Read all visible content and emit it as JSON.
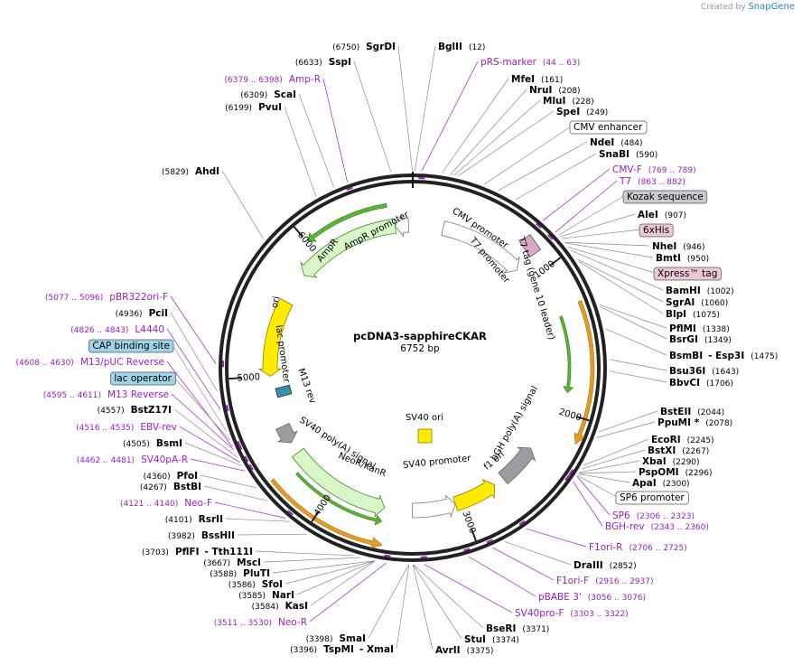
{
  "credit": {
    "prefix": "Created by",
    "brand": "SnapGene"
  },
  "plasmid": {
    "name": "pcDNA3-sapphireCKAR",
    "size": "6752 bp",
    "length": 6752
  },
  "ticks": [
    "1000",
    "2000",
    "3000",
    "4000",
    "5000",
    "6000"
  ],
  "colors": {
    "enzyme": "#000000",
    "primer": "#9b1fc4",
    "green": "#5bb537",
    "orange": "#e39b2a",
    "yellow": "#ffea00",
    "gray": "#9a9ea3"
  },
  "labels": [
    {
      "pos": "(6750)",
      "name": "SgrDI"
    },
    {
      "pos": "(12)",
      "name": "BglII",
      "rev": true
    },
    {
      "pos": "(6633)",
      "name": "SspI"
    },
    {
      "name": "pRS-marker",
      "range": "(44 .. 63)",
      "kind": "primer"
    },
    {
      "name": "MfeI",
      "pos": "(161)"
    },
    {
      "name": "NruI",
      "pos": "(208)"
    },
    {
      "name": "MluI",
      "pos": "(228)"
    },
    {
      "name": "SpeI",
      "pos": "(249)"
    },
    {
      "range": "(6379 .. 6398)",
      "name": "Amp-R",
      "kind": "primer"
    },
    {
      "name": "CMV enhancer",
      "kind": "boxed"
    },
    {
      "pos": "(6309)",
      "name": "ScaI"
    },
    {
      "pos": "(6199)",
      "name": "PvuI"
    },
    {
      "name": "NdeI",
      "pos": "(484)"
    },
    {
      "name": "SnaBI",
      "pos": "(590)"
    },
    {
      "pos": "(5829)",
      "name": "AhdI"
    },
    {
      "name": "CMV-F",
      "range": "(769 .. 789)",
      "kind": "primer"
    },
    {
      "name": "T7",
      "range": "(863 .. 882)",
      "kind": "primer"
    },
    {
      "name": "Kozak sequence",
      "kind": "grayfill"
    },
    {
      "name": "AleI",
      "pos": "(907)"
    },
    {
      "name": "6xHis",
      "kind": "pinkfill"
    },
    {
      "name": "NheI",
      "pos": "(946)"
    },
    {
      "name": "BmtI",
      "pos": "(950)"
    },
    {
      "name": "Xpress™ tag",
      "kind": "pinkfill"
    },
    {
      "name": "BamHI",
      "pos": "(1002)"
    },
    {
      "name": "SgrAI",
      "pos": "(1060)"
    },
    {
      "name": "BlpI",
      "pos": "(1075)"
    },
    {
      "name": "PflMI",
      "pos": "(1338)"
    },
    {
      "name": "BsrGI",
      "pos": "(1349)"
    },
    {
      "name": "BsmBI",
      "extra": "- Esp3I",
      "pos": "(1475)"
    },
    {
      "name": "Bsu36I",
      "pos": "(1643)"
    },
    {
      "name": "BbvCI",
      "pos": "(1706)"
    },
    {
      "range": "(5077 .. 5096)",
      "name": "pBR322ori-F",
      "kind": "primer"
    },
    {
      "pos": "(4936)",
      "name": "PciI"
    },
    {
      "range": "(4826 .. 4843)",
      "name": "L4440",
      "kind": "primer"
    },
    {
      "name": "CAP binding site",
      "kind": "bluefill"
    },
    {
      "range": "(4608 .. 4630)",
      "name": "M13/pUC Reverse",
      "kind": "primer"
    },
    {
      "name": "lac operator",
      "kind": "bluefill"
    },
    {
      "range": "(4595 .. 4611)",
      "name": "M13 Reverse",
      "kind": "primer"
    },
    {
      "pos": "(4557)",
      "name": "BstZ17I"
    },
    {
      "range": "(4516 .. 4535)",
      "name": "EBV-rev",
      "kind": "primer"
    },
    {
      "pos": "(4505)",
      "name": "BsmI"
    },
    {
      "range": "(4462 .. 4481)",
      "name": "SV40pA-R",
      "kind": "primer"
    },
    {
      "pos": "(4360)",
      "name": "PfoI"
    },
    {
      "pos": "(4267)",
      "name": "BstBI"
    },
    {
      "range": "(4121 .. 4140)",
      "name": "Neo-F",
      "kind": "primer"
    },
    {
      "pos": "(4101)",
      "name": "RsrII"
    },
    {
      "pos": "(3982)",
      "name": "BssHII"
    },
    {
      "pos": "(3703)",
      "name": "PflFI",
      "extra": "- Tth111I"
    },
    {
      "pos": "(3667)",
      "name": "MscI"
    },
    {
      "pos": "(3588)",
      "name": "PluTI"
    },
    {
      "pos": "(3586)",
      "name": "SfoI"
    },
    {
      "pos": "(3585)",
      "name": "NarI"
    },
    {
      "pos": "(3584)",
      "name": "KasI"
    },
    {
      "range": "(3511 .. 3530)",
      "name": "Neo-R",
      "kind": "primer"
    },
    {
      "pos": "(3398)",
      "name": "SmaI"
    },
    {
      "pos": "(3396)",
      "name": "TspMI",
      "extra": "- XmaI"
    },
    {
      "name": "BseRI",
      "pos": "(3371)"
    },
    {
      "name": "StuI",
      "pos": "(3374)"
    },
    {
      "name": "AvrII",
      "pos": "(3375)"
    },
    {
      "name": "BstEII",
      "pos": "(2044)"
    },
    {
      "name": "PpuMI *",
      "pos": "(2078)"
    },
    {
      "name": "EcoRI",
      "pos": "(2245)"
    },
    {
      "name": "BstXI",
      "pos": "(2267)"
    },
    {
      "name": "XbaI",
      "pos": "(2290)"
    },
    {
      "name": "PspOMI",
      "pos": "(2296)"
    },
    {
      "name": "ApaI",
      "pos": "(2300)"
    },
    {
      "name": "SP6 promoter",
      "kind": "boxed"
    },
    {
      "name": "SP6",
      "range": "(2306 .. 2323)",
      "kind": "primer"
    },
    {
      "name": "BGH-rev",
      "range": "(2343 .. 2360)",
      "kind": "primer"
    },
    {
      "name": "F1ori-R",
      "range": "(2706 .. 2725)",
      "kind": "primer"
    },
    {
      "name": "DraIII",
      "pos": "(2852)"
    },
    {
      "name": "F1ori-F",
      "range": "(2916 .. 2937)",
      "kind": "primer"
    },
    {
      "name": "pBABE 3'",
      "range": "(3056 .. 3076)",
      "kind": "primer"
    },
    {
      "name": "SV40pro-F",
      "range": "(3303 .. 3322)",
      "kind": "primer"
    }
  ],
  "features": [
    {
      "name": "CMV promoter"
    },
    {
      "name": "T7 promoter"
    },
    {
      "name": "T7 tag (gene 10 leader)"
    },
    {
      "name": "bGH poly(A) signal"
    },
    {
      "name": "f1 ori"
    },
    {
      "name": "SV40 promoter"
    },
    {
      "name": "SV40 ori"
    },
    {
      "name": "NeoR/KanR"
    },
    {
      "name": "SV40 poly(A) signal"
    },
    {
      "name": "M13 rev"
    },
    {
      "name": "lac promoter"
    },
    {
      "name": "ori"
    },
    {
      "name": "AmpR"
    },
    {
      "name": "AmpR promoter"
    }
  ]
}
